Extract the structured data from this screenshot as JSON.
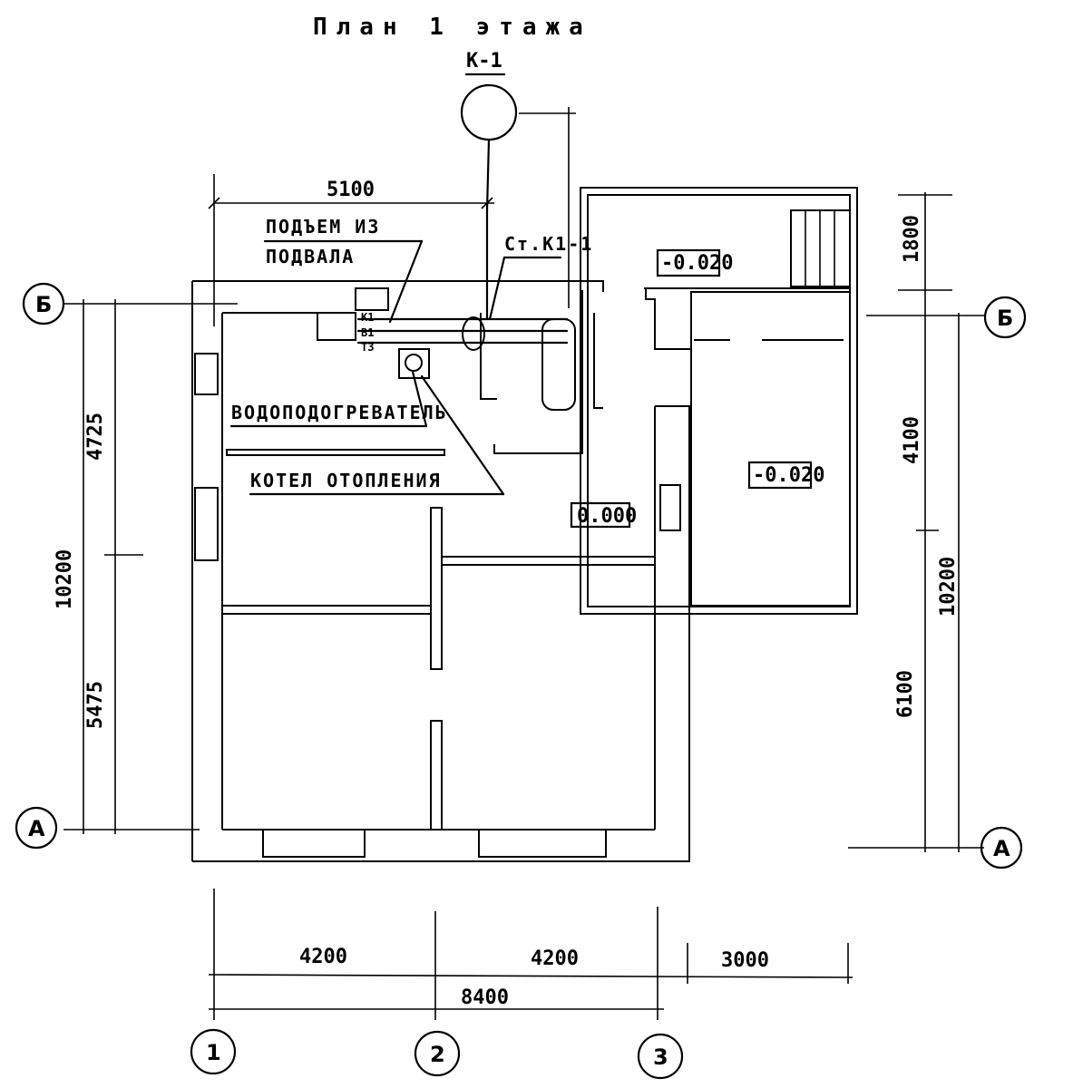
{
  "title": "План 1 этажа",
  "manhole_label": "К-1",
  "labels": {
    "lift_line1": "ПОДЪЕМ ИЗ",
    "lift_line2": "ПОДВАЛА",
    "riser": "Ст.К1-1",
    "heater": "ВОДОПОДОГРЕВАТЕЛЬ",
    "boiler": "КОТЕЛ ОТОПЛЕНИЯ",
    "pipe_k1": "К1",
    "pipe_b1": "В1",
    "pipe_t3": "Т3"
  },
  "levels": {
    "vestibule": "-0.020",
    "veranda": "-0.020",
    "main": "0.000"
  },
  "dimensions": {
    "top_5100": "5100",
    "left_4725": "4725",
    "left_5475": "5475",
    "left_total": "10200",
    "right_1800": "1800",
    "right_4100": "4100",
    "right_6100": "6100",
    "right_total": "10200",
    "bottom_4200_a": "4200",
    "bottom_4200_b": "4200",
    "bottom_3000": "3000",
    "bottom_total": "8400"
  },
  "axes": {
    "row_b_left": "Б",
    "row_a_left": "А",
    "row_b_right": "Б",
    "row_a_right": "А",
    "col_1": "1",
    "col_2": "2",
    "col_3": "3"
  }
}
